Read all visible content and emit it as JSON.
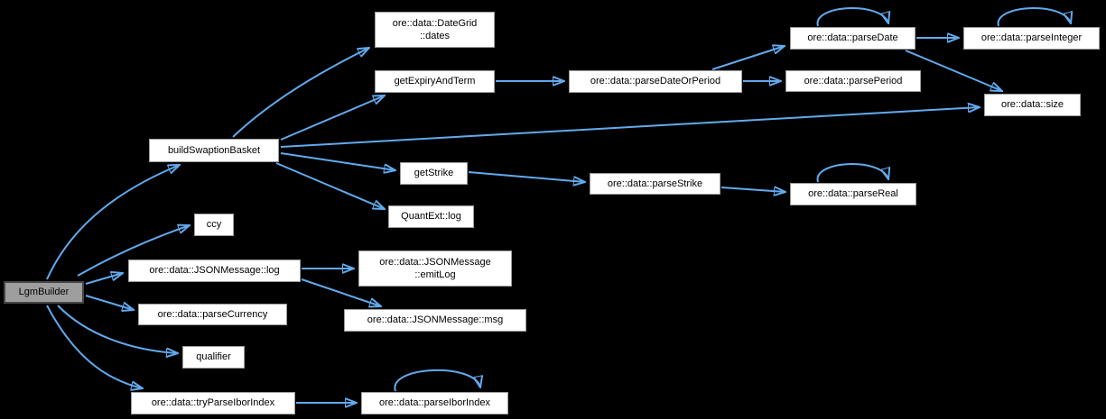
{
  "diagram": {
    "type": "doxygen-call-graph",
    "colors": {
      "background": "#000000",
      "edge": "#61aaee",
      "node_fill": "#ffffff",
      "node_border": "#9d9d9d",
      "focus_node_fill": "#9e9e9e",
      "focus_node_border": "#454545",
      "text": "#000000"
    }
  },
  "nodes": {
    "lgmBuilder": {
      "label": "LgmBuilder"
    },
    "buildSwaptionBasket": {
      "label": "buildSwaptionBasket"
    },
    "ccy": {
      "label": "ccy"
    },
    "jsonLog": {
      "label": "ore::data::JSONMessage::log"
    },
    "parseCurrency": {
      "label": "ore::data::parseCurrency"
    },
    "qualifier": {
      "label": "qualifier"
    },
    "tryParseIborIndex": {
      "label": "ore::data::tryParseIborIndex"
    },
    "dateGridDates": {
      "label": "ore::data::DateGrid\n::dates"
    },
    "getExpiryAndTerm": {
      "label": "getExpiryAndTerm"
    },
    "getStrike": {
      "label": "getStrike"
    },
    "quantExtLog": {
      "label": "QuantExt::log"
    },
    "emitLog": {
      "label": "ore::data::JSONMessage\n::emitLog"
    },
    "msg": {
      "label": "ore::data::JSONMessage::msg"
    },
    "parseIborIndex": {
      "label": "ore::data::parseIborIndex"
    },
    "parseDateOrPeriod": {
      "label": "ore::data::parseDateOrPeriod"
    },
    "parseStrike": {
      "label": "ore::data::parseStrike"
    },
    "parseDate": {
      "label": "ore::data::parseDate"
    },
    "parsePeriod": {
      "label": "ore::data::parsePeriod"
    },
    "size": {
      "label": "ore::data::size"
    },
    "parseInteger": {
      "label": "ore::data::parseInteger"
    },
    "parseReal": {
      "label": "ore::data::parseReal"
    }
  },
  "edges": [
    {
      "from": "lgmBuilder",
      "to": "buildSwaptionBasket"
    },
    {
      "from": "lgmBuilder",
      "to": "ccy"
    },
    {
      "from": "lgmBuilder",
      "to": "jsonLog"
    },
    {
      "from": "lgmBuilder",
      "to": "parseCurrency"
    },
    {
      "from": "lgmBuilder",
      "to": "qualifier"
    },
    {
      "from": "lgmBuilder",
      "to": "tryParseIborIndex"
    },
    {
      "from": "buildSwaptionBasket",
      "to": "dateGridDates"
    },
    {
      "from": "buildSwaptionBasket",
      "to": "getExpiryAndTerm"
    },
    {
      "from": "buildSwaptionBasket",
      "to": "size"
    },
    {
      "from": "buildSwaptionBasket",
      "to": "getStrike"
    },
    {
      "from": "buildSwaptionBasket",
      "to": "quantExtLog"
    },
    {
      "from": "getExpiryAndTerm",
      "to": "parseDateOrPeriod"
    },
    {
      "from": "parseDateOrPeriod",
      "to": "parseDate"
    },
    {
      "from": "parseDateOrPeriod",
      "to": "parsePeriod"
    },
    {
      "from": "parseDate",
      "to": "parseInteger"
    },
    {
      "from": "parseDate",
      "to": "size"
    },
    {
      "from": "parseDate",
      "to": "parseDate",
      "self": true
    },
    {
      "from": "parseInteger",
      "to": "parseInteger",
      "self": true
    },
    {
      "from": "getStrike",
      "to": "parseStrike"
    },
    {
      "from": "parseStrike",
      "to": "parseReal"
    },
    {
      "from": "parseReal",
      "to": "parseReal",
      "self": true
    },
    {
      "from": "jsonLog",
      "to": "emitLog"
    },
    {
      "from": "jsonLog",
      "to": "msg"
    },
    {
      "from": "tryParseIborIndex",
      "to": "parseIborIndex"
    },
    {
      "from": "parseIborIndex",
      "to": "parseIborIndex",
      "self": true
    }
  ]
}
